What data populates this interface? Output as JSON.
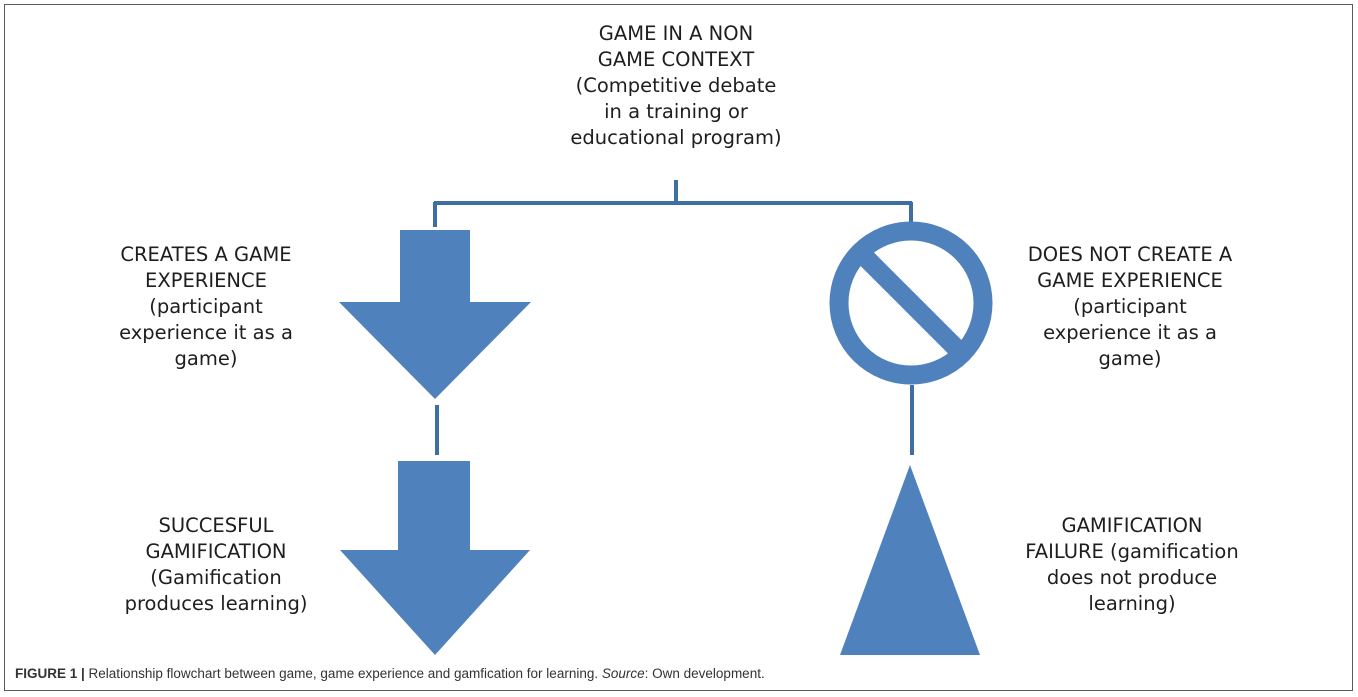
{
  "diagram": {
    "top_node": {
      "lines": [
        "GAME IN A NON",
        "GAME CONTEXT",
        "(Competitive debate",
        "in a training or",
        "educational program)"
      ]
    },
    "left_branch": {
      "label_lines": [
        "CREATES A GAME",
        "EXPERIENCE",
        "(participant",
        "experience it as a",
        "game)"
      ],
      "outcome_lines": [
        "SUCCESFUL",
        "GAMIFICATION",
        "(Gamification",
        "produces learning)"
      ],
      "icon": "down-arrow-icon"
    },
    "right_branch": {
      "label_lines": [
        "DOES NOT CREATE A",
        "GAME EXPERIENCE",
        "(participant",
        "experience it as a",
        "game)"
      ],
      "outcome_lines": [
        "GAMIFICATION",
        "FAILURE (gamification",
        "does not produce",
        "learning)"
      ],
      "icon": "prohibition-icon",
      "outcome_icon": "triangle-icon"
    },
    "colors": {
      "shape_fill": "#4f81bd",
      "connector": "#3f6ea3",
      "text": "#1e1e1e"
    }
  },
  "caption": {
    "figure_label": "FIGURE 1 |",
    "text": " Relationship flowchart between game, game experience and gamfication for learning. ",
    "source_label": "Source",
    "source_text": ": Own development."
  }
}
